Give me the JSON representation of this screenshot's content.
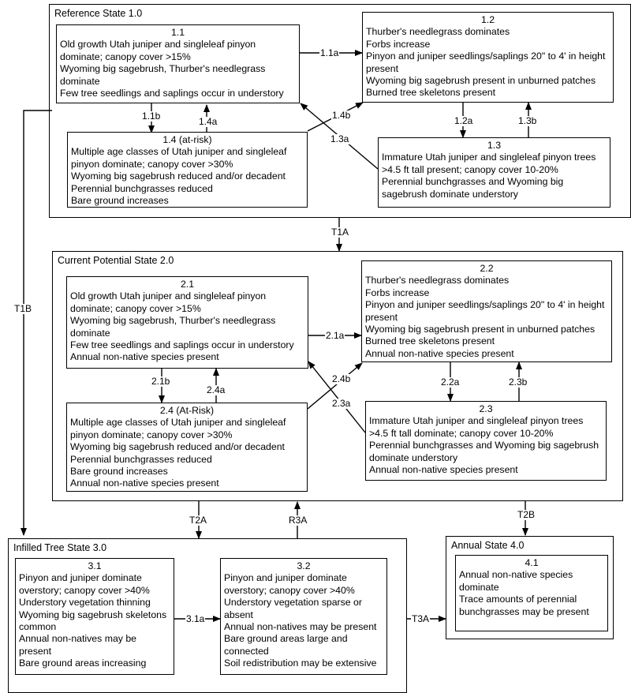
{
  "states": [
    {
      "id": "reference",
      "title": "Reference State 1.0"
    },
    {
      "id": "current",
      "title": "Current Potential State 2.0"
    },
    {
      "id": "infilled",
      "title": "Infilled Tree State 3.0"
    },
    {
      "id": "annual",
      "title": "Annual State 4.0"
    }
  ],
  "communities": {
    "c1_1": {
      "id": "1.1",
      "lines": [
        "Old growth Utah juniper and singleleaf pinyon dominate; canopy cover >15%",
        "Wyoming big sagebrush, Thurber's needlegrass dominate",
        "Few tree seedlings and saplings occur in understory"
      ]
    },
    "c1_2": {
      "id": "1.2",
      "lines": [
        "Thurber's needlegrass dominates",
        "Forbs increase",
        "Pinyon and juniper seedlings/saplings 20\" to 4' in height present",
        "Wyoming big sagebrush present in unburned patches",
        "Burned tree skeletons present"
      ]
    },
    "c1_3": {
      "id": "1.3",
      "lines": [
        "Immature Utah juniper and singleleaf pinyon trees >4.5 ft tall present; canopy cover 10-20%",
        "Perennial bunchgrasses and Wyoming big sagebrush dominate understory"
      ]
    },
    "c1_4": {
      "id": "1.4 (at-risk)",
      "lines": [
        "Multiple age classes of Utah juniper and singleleaf pinyon dominate; canopy cover >30%",
        "Wyoming big sagebrush reduced and/or decadent",
        "Perennial bunchgrasses reduced",
        "Bare ground increases"
      ]
    },
    "c2_1": {
      "id": "2.1",
      "lines": [
        "Old growth Utah juniper and singleleaf pinyon dominate; canopy cover >15%",
        "Wyoming big sagebrush, Thurber's needlegrass dominate",
        "Few tree seedlings and saplings occur in understory",
        "Annual non-native species present"
      ]
    },
    "c2_2": {
      "id": "2.2",
      "lines": [
        "Thurber's needlegrass dominates",
        "Forbs increase",
        "Pinyon and juniper seedlings/saplings 20\" to 4' in height present",
        "Wyoming big sagebrush present in unburned patches",
        "Burned tree skeletons present",
        "Annual non-native species present"
      ]
    },
    "c2_3": {
      "id": "2.3",
      "lines": [
        "Immature Utah juniper and singleleaf pinyon trees >4.5 ft tall dominate; canopy cover 10-20%",
        "Perennial bunchgrasses and Wyoming big sagebrush dominate understory",
        "Annual non-native species present"
      ]
    },
    "c2_4": {
      "id": "2.4 (At-Risk)",
      "lines": [
        "Multiple age classes of Utah juniper and singleleaf pinyon dominate; canopy cover >30%",
        "Wyoming big sagebrush reduced and/or decadent",
        "Perennial bunchgrasses reduced",
        "Bare ground increases",
        "Annual non-native species present"
      ]
    },
    "c3_1": {
      "id": "3.1",
      "lines": [
        "Pinyon and juniper dominate overstory; canopy cover >40%",
        "Understory vegetation thinning",
        "Wyoming big sagebrush skeletons common",
        "Annual non-natives may be present",
        "Bare ground areas increasing"
      ]
    },
    "c3_2": {
      "id": "3.2",
      "lines": [
        "Pinyon and juniper dominate overstory; canopy cover >40%",
        "Understory vegetation sparse or absent",
        "Annual non-natives may be present",
        "Bare ground areas large and connected",
        "Soil redistribution may be extensive"
      ]
    },
    "c4_1": {
      "id": "4.1",
      "lines": [
        "Annual non-native species dominate",
        "Trace amounts of perennial bunchgrasses may be present"
      ]
    }
  },
  "transitions": {
    "t1_1a": "1.1a",
    "t1_1b": "1.1b",
    "t1_2a": "1.2a",
    "t1_3a": "1.3a",
    "t1_3b": "1.3b",
    "t1_4a": "1.4a",
    "t1_4b": "1.4b",
    "t2_1a": "2.1a",
    "t2_1b": "2.1b",
    "t2_2a": "2.2a",
    "t2_3a": "2.3a",
    "t2_3b": "2.3b",
    "t2_4a": "2.4a",
    "t2_4b": "2.4b",
    "t3_1a": "3.1a",
    "T1A": "T1A",
    "T1B": "T1B",
    "T2A": "T2A",
    "T2B": "T2B",
    "T3A": "T3A",
    "R3A": "R3A"
  }
}
